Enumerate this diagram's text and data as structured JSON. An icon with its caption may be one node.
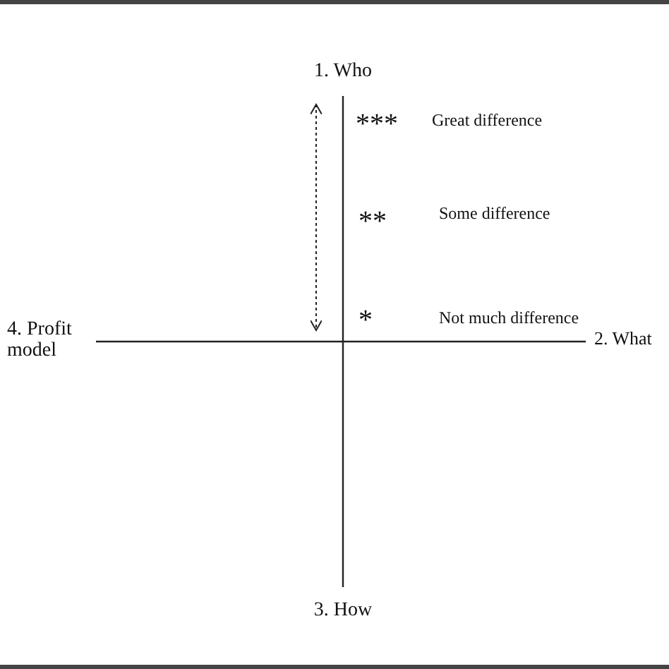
{
  "diagram": {
    "labels": [
      "1. Who",
      "***",
      "Great difference",
      "**",
      "Some difference",
      "*",
      "Not much difference",
      "4. Profit model",
      "2. What",
      "3. How"
    ]
  }
}
